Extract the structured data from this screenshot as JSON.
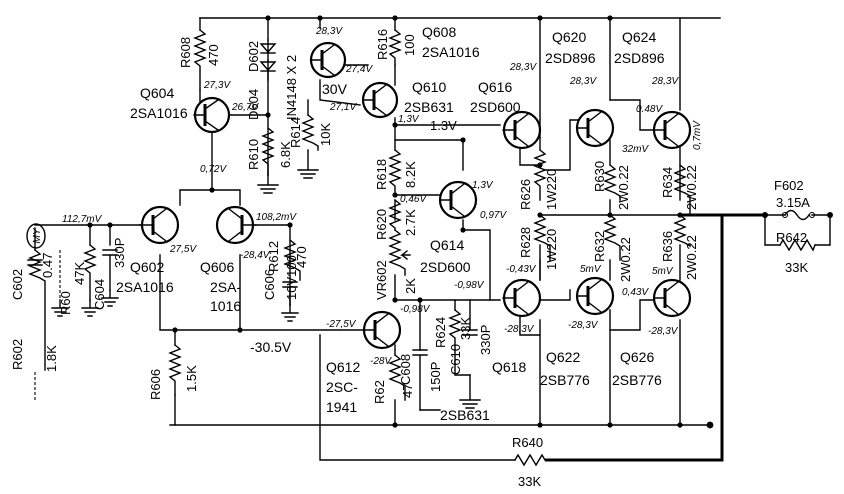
{
  "transistors": [
    {
      "ref": "Q604",
      "part": "2SA1016"
    },
    {
      "ref": "Q608",
      "part": "2SA1016"
    },
    {
      "ref": "Q610",
      "part": "2SB631"
    },
    {
      "ref": "Q616",
      "part": "2SD600"
    },
    {
      "ref": "Q620",
      "part": "2SD896"
    },
    {
      "ref": "Q624",
      "part": "2SD896"
    },
    {
      "ref": "Q602",
      "part": "2SA1016"
    },
    {
      "ref": "Q606",
      "part": "2SA-",
      "part2": "1016"
    },
    {
      "ref": "Q614",
      "part": "2SD600"
    },
    {
      "ref": "Q612",
      "part": "2SC-",
      "part2": "1941"
    },
    {
      "ref": "Q618",
      "part": "2SB631"
    },
    {
      "ref": "Q622",
      "part": "2SB776"
    },
    {
      "ref": "Q626",
      "part": "2SB776"
    }
  ],
  "resistors": {
    "r608": "R608",
    "r608_val": "470",
    "r616": "R616",
    "r616_val": "100",
    "r610": "R610",
    "r610_val": "6.8K",
    "r614": "R614",
    "r614_val": "10K",
    "r618": "R618",
    "r618_val": "8.2K",
    "r620": "R620",
    "r620_val": "2.7K",
    "vr602": "VR602",
    "vr602_val": "2K",
    "r626": "R626",
    "r626_val": "1W220",
    "r628": "R628",
    "r628_val": "1W220",
    "r630": "R630",
    "r630_val": "2W0.22",
    "r634": "R634",
    "r634_val": "2W0.22",
    "r632": "R632",
    "r632_val": "2W0.22",
    "r636": "R636",
    "r636_val": "2W0.22",
    "r612": "R612",
    "r612_val": "470",
    "r602": "R602",
    "r602_val": "1.8K",
    "r604": "R60",
    "r604_val": "47K",
    "r606": "R606",
    "r606_val": "1.5K",
    "r622": "R62",
    "r622_val": "47",
    "r624": "R624",
    "r624_val": "33K",
    "r640": "R640",
    "r640_val": "33K",
    "r642": "R642",
    "r642_val": "33K"
  },
  "caps": {
    "c602": "C602",
    "c602_val": "0.47",
    "c604": "C604",
    "c604_val": "330P",
    "c606": "C606",
    "c606_val": "10V100",
    "c608": "C608",
    "c608_val": "150P",
    "c610": "C610",
    "c610_val": "330P"
  },
  "diodes": {
    "d602": "D602",
    "d604": "D604",
    "part": "IN4148 X 2"
  },
  "fuse": {
    "ref": "F602",
    "val": "3.15A"
  },
  "input_label": "MY",
  "voltages": {
    "v1": "27,3V",
    "v2": "26,7V",
    "v3": "0,72V",
    "v4": "28,3V",
    "v5": "27,4V",
    "v6": "30V",
    "v7": "27,1V",
    "v8": "1,3V",
    "v9": "1.3V",
    "v10": "28,3V",
    "v11": "28,3V",
    "v12": "28,3V",
    "v13": "0.48V",
    "v14": "32mV",
    "v15": "0,7mV",
    "v16": "1,3V",
    "v17": "0,46V",
    "v18": "0,97V",
    "v19": "112,7mV",
    "v20": "108,2mV",
    "v21": "27,5V",
    "v22": "-28,4V",
    "v23": "-0,43V",
    "v24": "-0,98V",
    "v25": "5mV",
    "v26": "5mV",
    "v27": "0,43V",
    "v28": "-28,3V",
    "v29": "-28,3V",
    "v30": "-28,3V",
    "v31": "-27,5V",
    "v32": "-0,98V",
    "v33": "-28V",
    "v34": "-30.5V"
  }
}
